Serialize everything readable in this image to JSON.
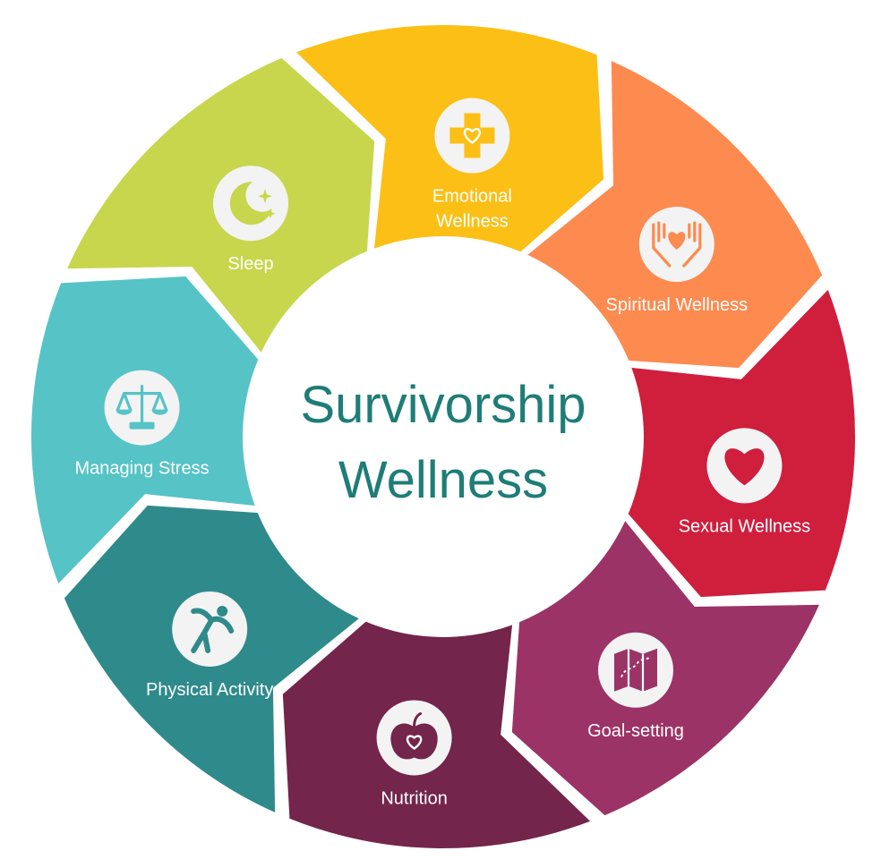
{
  "center": {
    "line1": "Survivorship",
    "line2": "Wellness",
    "color": "#1e7d77"
  },
  "segments": [
    {
      "id": "emotional",
      "label_lines": [
        "Emotional",
        "Wellness"
      ],
      "color": "#fbbf16",
      "icon": "medical-cross-heart-icon"
    },
    {
      "id": "spiritual",
      "label_lines": [
        "Spiritual Wellness"
      ],
      "color": "#fd8a4f",
      "icon": "hands-holding-heart-icon"
    },
    {
      "id": "sexual",
      "label_lines": [
        "Sexual Wellness"
      ],
      "color": "#d01e3d",
      "icon": "heart-icon"
    },
    {
      "id": "goal-setting",
      "label_lines": [
        "Goal-setting"
      ],
      "color": "#9c3366",
      "icon": "map-icon"
    },
    {
      "id": "nutrition",
      "label_lines": [
        "Nutrition"
      ],
      "color": "#73254c",
      "icon": "apple-heart-icon"
    },
    {
      "id": "physical",
      "label_lines": [
        "Physical Activity"
      ],
      "color": "#2f8a8c",
      "icon": "stretching-person-icon"
    },
    {
      "id": "stress",
      "label_lines": [
        "Managing Stress"
      ],
      "color": "#56c3c6",
      "icon": "balance-scale-icon"
    },
    {
      "id": "sleep",
      "label_lines": [
        "Sleep"
      ],
      "color": "#c8d64d",
      "icon": "moon-stars-icon"
    }
  ]
}
